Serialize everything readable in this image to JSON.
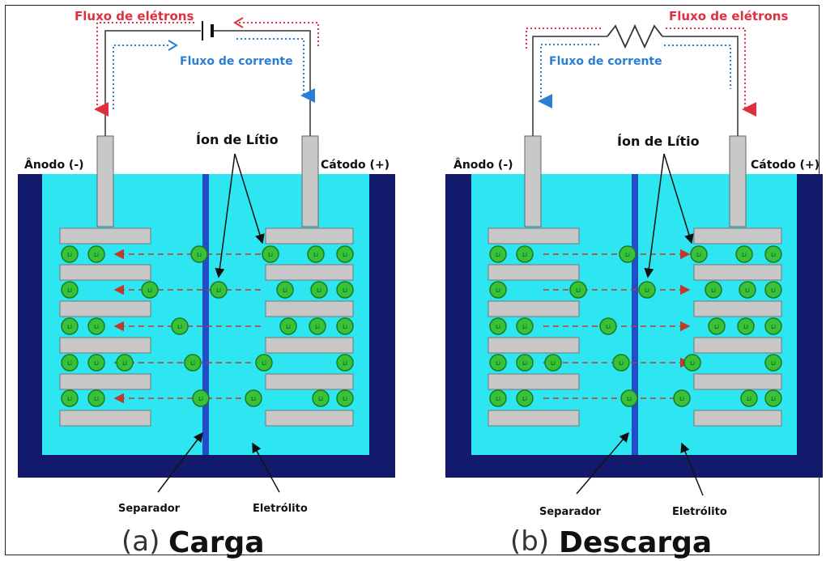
{
  "panels": [
    {
      "electron_flow": "Fluxo de elétrons",
      "current_flow": "Fluxo de corrente",
      "lithium_ion": "Íon de Lítio",
      "anode": "Ânodo (-)",
      "cathode": "Cátodo (+)",
      "separator": "Separador",
      "electrolyte": "Eletrólito",
      "caption_prefix": "(a)",
      "caption_title": "Carga",
      "ion_direction": "left",
      "source": "battery"
    },
    {
      "electron_flow": "Fluxo de elétrons",
      "current_flow": "Fluxo de corrente",
      "lithium_ion": "Íon de Lítio",
      "anode": "Ânodo (-)",
      "cathode": "Cátodo (+)",
      "separator": "Separador",
      "electrolyte": "Eletrólito",
      "caption_prefix": "(b)",
      "caption_title": "Descarga",
      "ion_direction": "right",
      "source": "resistor"
    }
  ],
  "ion_label": "Li",
  "colors": {
    "electron_flow": "#e03040",
    "current_flow": "#2a7fd4",
    "electrolyte": "#2ee6f2",
    "container": "#141a6b",
    "separator": "#1f4ec8",
    "electrode": "#c8c8c8",
    "ion": "#37c23a",
    "arrow": "#c0392b"
  }
}
